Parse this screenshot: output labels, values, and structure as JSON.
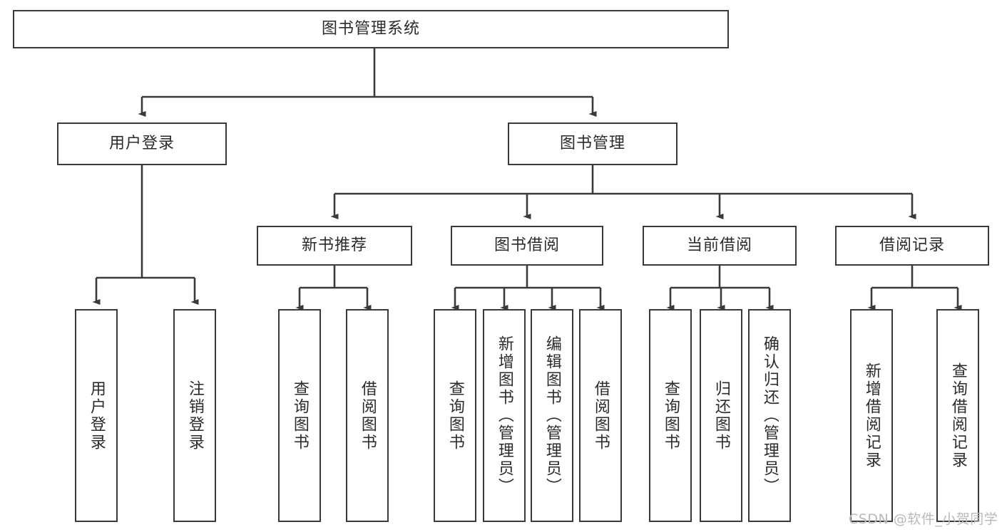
{
  "diagram": {
    "title": "图书管理系统",
    "type": "tree-hierarchy-diagram",
    "root": {
      "id": "root",
      "label": "图书管理系统"
    },
    "level2": [
      {
        "id": "user-login",
        "label": "用户登录"
      },
      {
        "id": "book-manage",
        "label": "图书管理"
      }
    ],
    "level3": [
      {
        "id": "new-book-recommend",
        "label": "新书推荐",
        "parent": "book-manage"
      },
      {
        "id": "book-borrow",
        "label": "图书借阅",
        "parent": "book-manage"
      },
      {
        "id": "current-borrow",
        "label": "当前借阅",
        "parent": "book-manage"
      },
      {
        "id": "borrow-record",
        "label": "借阅记录",
        "parent": "book-manage"
      }
    ],
    "leaves": [
      {
        "id": "leaf-user-login",
        "label": "用户登录",
        "parent": "user-login"
      },
      {
        "id": "leaf-logout-login",
        "label": "注销登录",
        "parent": "user-login"
      },
      {
        "id": "leaf-query-book-1",
        "label": "查询图书",
        "parent": "new-book-recommend"
      },
      {
        "id": "leaf-borrow-book-1",
        "label": "借阅图书",
        "parent": "new-book-recommend"
      },
      {
        "id": "leaf-query-book-2",
        "label": "查询图书",
        "parent": "book-borrow"
      },
      {
        "id": "leaf-add-book",
        "label": "新增图书（管理员）",
        "parent": "book-borrow"
      },
      {
        "id": "leaf-edit-book",
        "label": "编辑图书（管理员）",
        "parent": "book-borrow"
      },
      {
        "id": "leaf-borrow-book-2",
        "label": "借阅图书",
        "parent": "book-borrow"
      },
      {
        "id": "leaf-query-book-3",
        "label": "查询图书",
        "parent": "current-borrow"
      },
      {
        "id": "leaf-return-book",
        "label": "归还图书",
        "parent": "current-borrow"
      },
      {
        "id": "leaf-confirm-return",
        "label": "确认归还（管理员）",
        "parent": "current-borrow"
      },
      {
        "id": "leaf-add-record",
        "label": "新增借阅记录",
        "parent": "borrow-record"
      },
      {
        "id": "leaf-query-record",
        "label": "查询借阅记录",
        "parent": "borrow-record"
      }
    ],
    "watermark": "CSDN @软件_小贺同学",
    "colors": {
      "stroke": "#3a3a3a",
      "text": "#2b2b2b",
      "background": "#ffffff",
      "watermark": "#b9b9b9"
    }
  }
}
